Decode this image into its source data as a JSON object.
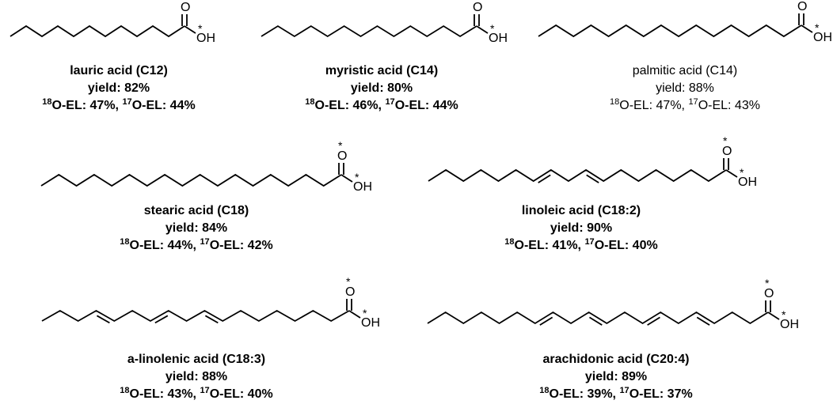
{
  "compounds": [
    {
      "name": "lauric acid (C12)",
      "yield_label": "yield: 82%",
      "o18": "O-EL: 47%, ",
      "o17": "O-EL: 44%",
      "bold": true
    },
    {
      "name": "myristic acid (C14)",
      "yield_label": "yield: 80%",
      "o18": "O-EL: 46%, ",
      "o17": "O-EL: 44%",
      "bold": true
    },
    {
      "name": "palmitic acid (C14)",
      "yield_label": "yield: 88%",
      "o18": "O-EL: 47%, ",
      "o17": "O-EL: 43%",
      "bold": false
    },
    {
      "name": "stearic acid (C18)",
      "yield_label": "yield: 84%",
      "o18": "O-EL: 44%, ",
      "o17": "O-EL: 42%",
      "bold": true
    },
    {
      "name": "linoleic acid (C18:2)",
      "yield_label": "yield: 90%",
      "o18": "O-EL: 41%, ",
      "o17": "O-EL: 40%",
      "bold": true
    },
    {
      "name": "a-linolenic acid (C18:3)",
      "yield_label": "yield: 88%",
      "o18": "O-EL: 43%, ",
      "o17": "O-EL: 40%",
      "bold": true
    },
    {
      "name": "arachidonic acid (C20:4)",
      "yield_label": "yield: 89%",
      "o18": "O-EL: 39%, ",
      "o17": "O-EL: 37%",
      "bold": true
    }
  ],
  "isotopes": {
    "o18": "18",
    "o17": "17"
  },
  "atoms": {
    "oxygen": "O",
    "hydroxyl": "OH",
    "label_star": "*"
  }
}
